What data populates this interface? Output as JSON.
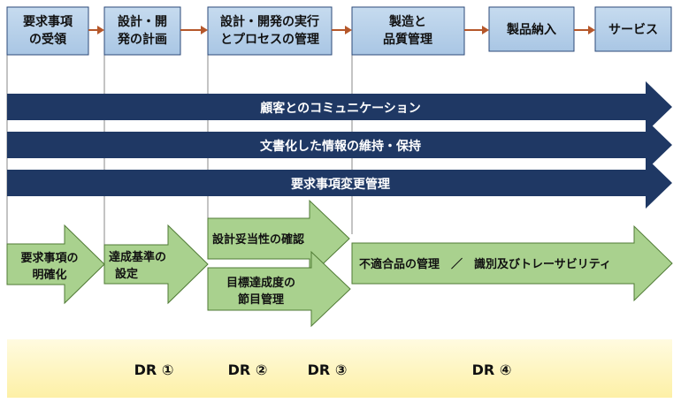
{
  "colors": {
    "process_fill": "#b4cde6",
    "process_stroke": "#2c4a78",
    "connector": "#b5572a",
    "band_fill": "#1f3864",
    "band_text": "#ffffff",
    "green_fill": "#a9d18e",
    "green_stroke": "#4f7a34",
    "guide_line": "#8a8a8a",
    "dr_band_top": "#fffbe0",
    "dr_band_bottom": "#fdf0a6"
  },
  "process_steps": [
    {
      "id": "step-requirements",
      "lines": [
        "要求事項",
        "の受領"
      ]
    },
    {
      "id": "step-planning",
      "lines": [
        "設計・開",
        "発の計画"
      ]
    },
    {
      "id": "step-execution",
      "lines": [
        "設計・開発の実行",
        "とプロセスの管理"
      ]
    },
    {
      "id": "step-manufacturing",
      "lines": [
        "製造と",
        "品質管理"
      ]
    },
    {
      "id": "step-delivery",
      "lines": [
        "製品納入"
      ]
    },
    {
      "id": "step-service",
      "lines": [
        "サービス"
      ]
    }
  ],
  "bands": [
    {
      "id": "band-communication",
      "label": "顧客とのコミュニケーション"
    },
    {
      "id": "band-documentation",
      "label": "文書化した情報の維持・保持"
    },
    {
      "id": "band-change-control",
      "label": "要求事項変更管理"
    }
  ],
  "activities": [
    {
      "id": "act-clarify",
      "lines": [
        "要求事項の",
        "明確化"
      ]
    },
    {
      "id": "act-criteria",
      "lines": [
        "達成基準の",
        "設定"
      ]
    },
    {
      "id": "act-validity",
      "lines": [
        "設計妥当性の確認"
      ]
    },
    {
      "id": "act-milestones",
      "lines": [
        "目標達成度の",
        "節目管理"
      ]
    },
    {
      "id": "act-nonconforming",
      "lines": [
        "不適合品の管理　／　識別及びトレーサビリティ"
      ]
    }
  ],
  "design_reviews": [
    "DR ①",
    "DR ②",
    "DR ③",
    "DR ④"
  ]
}
